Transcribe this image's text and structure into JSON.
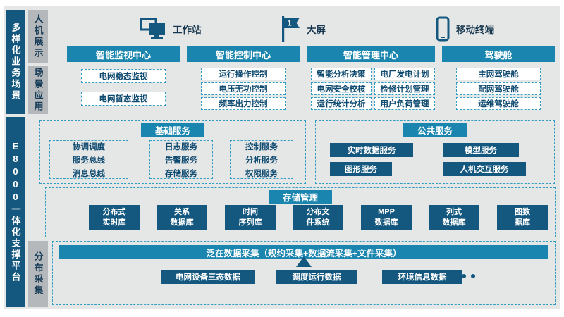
{
  "colors": {
    "navy": "#14587f",
    "teal_header": "#1a85ae",
    "gray_label": "#b4b8ba",
    "page_bg": "#e5e6e6",
    "dash_border": "#2f9dc4",
    "box_text_navy": "#0e4a70"
  },
  "left_rail": {
    "business_scenarios": "多样化业务场景",
    "hmi_display": "人机展示",
    "scenario_apps": "场景应用",
    "platform": "E8000一体化支撑平台",
    "distributed_collection": "分布采集"
  },
  "terminals": [
    {
      "icon": "workstation-icon",
      "label": "工作站"
    },
    {
      "icon": "large-screen-icon",
      "label": "大屏",
      "badge": "1"
    },
    {
      "icon": "mobile-terminal-icon",
      "label": "移动终端"
    }
  ],
  "centers": [
    {
      "title": "智能监视中心",
      "items": [
        "电网稳态监视",
        "电网暂态监视"
      ]
    },
    {
      "title": "智能控制中心",
      "items": [
        "运行操作控制",
        "电压无功控制",
        "频率出力控制"
      ]
    },
    {
      "title": "智能管理中心",
      "cols": [
        {
          "items": [
            "智能分析决策",
            "电网安全校核",
            "运行统计分析"
          ]
        },
        {
          "items": [
            "电厂发电计划",
            "检修计划管理",
            "用户负荷管理"
          ]
        }
      ]
    },
    {
      "title": "驾驶舱",
      "items": [
        "主网驾驶舱",
        "配网驾驶舱",
        "运维驾驶舱"
      ]
    }
  ],
  "basic_services": {
    "title": "基础服务",
    "groups": [
      {
        "items": [
          "协调调度",
          "服务总线",
          "消息总线"
        ]
      },
      {
        "items": [
          "日志服务",
          "告警服务",
          "存储服务"
        ]
      },
      {
        "items": [
          "控制服务",
          "分析服务",
          "权限服务"
        ]
      }
    ]
  },
  "public_services": {
    "title": "公共服务",
    "items": [
      "实时数据服务",
      "模型服务",
      "图形服务",
      "人机交互服务"
    ]
  },
  "storage": {
    "title": "存储管理",
    "items": [
      {
        "lines": [
          "分布式",
          "实时库"
        ]
      },
      {
        "lines": [
          "关系",
          "数据库"
        ]
      },
      {
        "lines": [
          "时间",
          "序列库"
        ]
      },
      {
        "lines": [
          "分布文",
          "件系统"
        ]
      },
      {
        "lines": [
          "MPP",
          "数据库"
        ]
      },
      {
        "lines": [
          "列式",
          "数据库"
        ]
      },
      {
        "lines": [
          "图数",
          "据库"
        ]
      }
    ]
  },
  "collection": {
    "title": "泛在数据采集（规约采集+数据流采集+文件采集）",
    "items": [
      "电网设备三态数据",
      "调度运行数据",
      "环境信息数据"
    ]
  }
}
